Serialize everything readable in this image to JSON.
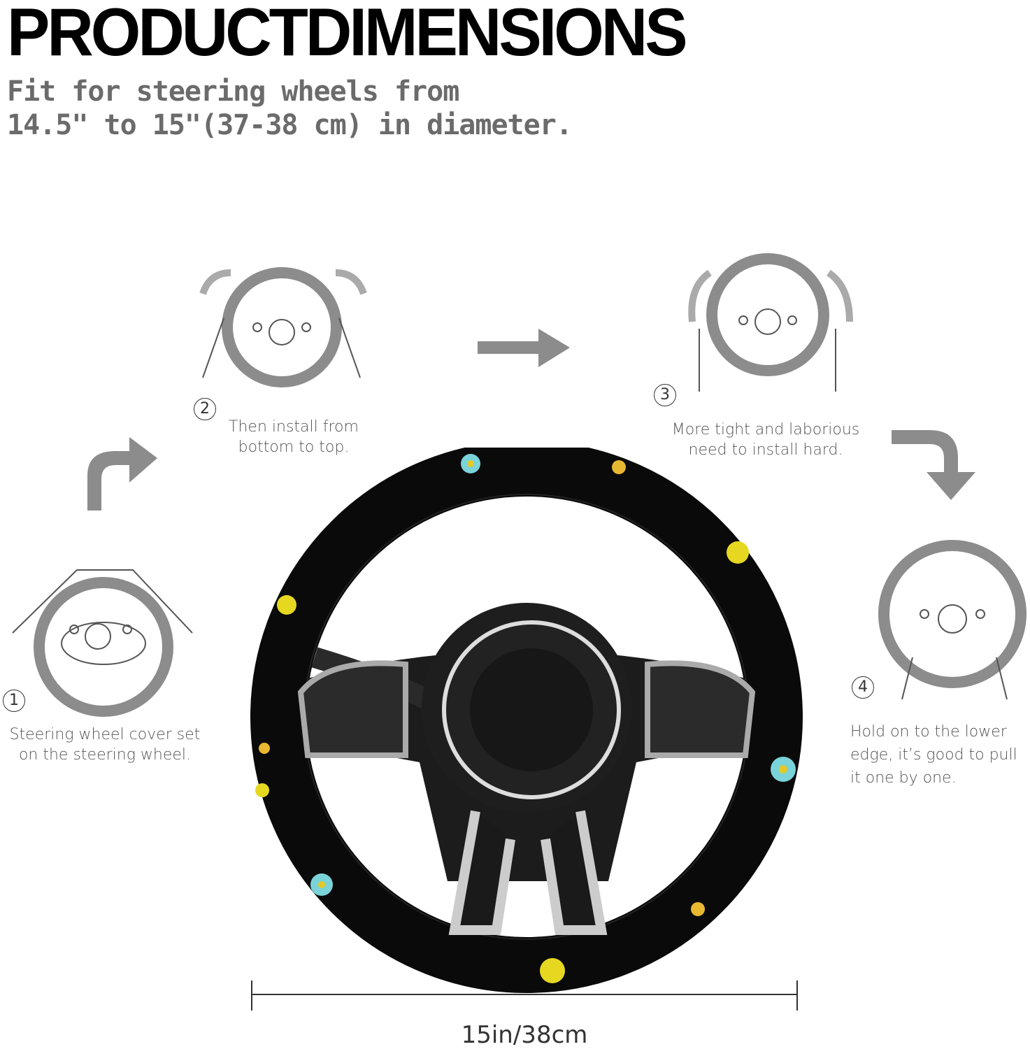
{
  "title": "PRODUCTDIMENSIONS",
  "subtitle": {
    "line1": "Fit for steering wheels from",
    "line2": "14.5\" to 15\"(37-38 cm) in diameter."
  },
  "steps": [
    {
      "number": "1",
      "text_line1": "Steering wheel cover set",
      "text_line2": "on the steering wheel."
    },
    {
      "number": "2",
      "text_line1": "Then install from",
      "text_line2": "bottom to top."
    },
    {
      "number": "3",
      "text_line1": "More tight and laborious",
      "text_line2": "need to install hard."
    },
    {
      "number": "4",
      "text_line1": "Hold on to the lower",
      "text_line2": "edge, it’s good to pull",
      "text_line3": "it one by one."
    }
  ],
  "dimension": "15in/38cm",
  "colors": {
    "illustration_gray": "#8c8c8c",
    "subtitle_gray": "#6b6b6b"
  }
}
